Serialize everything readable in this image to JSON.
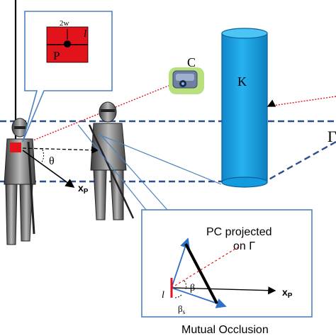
{
  "labels": {
    "callout_top": {
      "width": "2w",
      "length": "l",
      "point": "P"
    },
    "camera": "C",
    "cylinder": "K",
    "plane": "Γ",
    "theta": "θ",
    "xp_main": "x",
    "xp_sub": "P",
    "inset": {
      "line1": "PC projected",
      "line2": "on Γ",
      "beta": "β",
      "beta_s": "β",
      "beta_s_sub": "s",
      "l": "l",
      "xp": "x",
      "xp_sub": "P"
    },
    "caption": "Mutual Occlusion"
  },
  "colors": {
    "red": "#e3131b",
    "dashed_plane": "#2a4e8f",
    "cylinder_blue": "#1da6e8",
    "callout_border": "#4f81bd",
    "arrow_blue": "#2f6fc8",
    "camera_green": "#b8e07e"
  },
  "icons": [
    "knight-figure-left",
    "knight-figure-right",
    "camera-icon",
    "cylinder-shape"
  ]
}
